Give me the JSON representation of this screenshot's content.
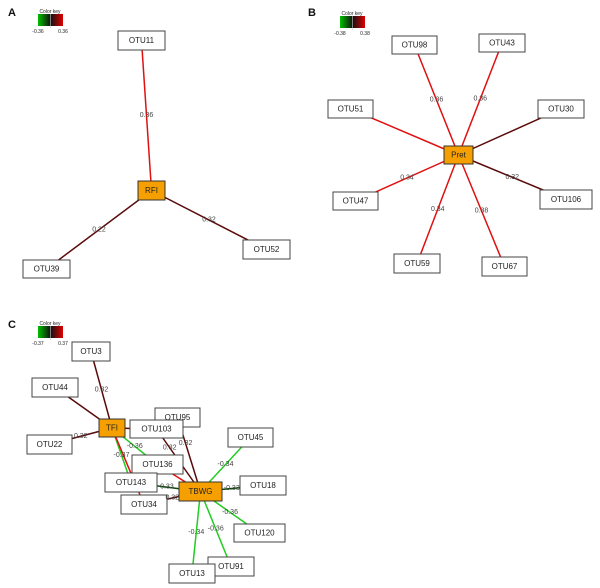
{
  "panels": [
    {
      "label": "A",
      "color_key": {
        "title": "Color key",
        "min": "-0.36",
        "max": "0.36"
      },
      "hubs": [
        "RFI"
      ],
      "nodes": [
        "OTU11",
        "OTU39",
        "OTU52"
      ],
      "edges": [
        {
          "from": "RFI",
          "to": "OTU11",
          "weight": "0.36"
        },
        {
          "from": "RFI",
          "to": "OTU39",
          "weight": "0.22"
        },
        {
          "from": "RFI",
          "to": "OTU52",
          "weight": "0.32"
        }
      ]
    },
    {
      "label": "B",
      "color_key": {
        "title": "Color key",
        "min": "-0.38",
        "max": "0.38"
      },
      "hubs": [
        "Pret"
      ],
      "nodes": [
        "OTU98",
        "OTU43",
        "OTU51",
        "OTU30",
        "OTU47",
        "OTU106",
        "OTU59",
        "OTU67"
      ],
      "edges": [
        {
          "from": "Pret",
          "to": "OTU98",
          "weight": "0.36"
        },
        {
          "from": "Pret",
          "to": "OTU43",
          "weight": "0.36"
        },
        {
          "from": "Pret",
          "to": "OTU51",
          "weight": ""
        },
        {
          "from": "Pret",
          "to": "OTU30",
          "weight": ""
        },
        {
          "from": "Pret",
          "to": "OTU47",
          "weight": "0.34"
        },
        {
          "from": "Pret",
          "to": "OTU106",
          "weight": "0.32"
        },
        {
          "from": "Pret",
          "to": "OTU59",
          "weight": "0.34"
        },
        {
          "from": "Pret",
          "to": "OTU67",
          "weight": "0.38"
        }
      ]
    },
    {
      "label": "C",
      "color_key": {
        "title": "Color key",
        "min": "-0.37",
        "max": "0.37"
      },
      "hubs": [
        "TFI",
        "TBWG"
      ],
      "nodes": [
        "OTU3",
        "OTU44",
        "OTU22",
        "OTU95",
        "OTU103",
        "OTU45",
        "OTU136",
        "OTU143",
        "OTU18",
        "OTU34",
        "OTU120",
        "OTU91",
        "OTU13"
      ],
      "edges": [
        {
          "from": "TFI",
          "to": "OTU3",
          "weight": "0.32"
        },
        {
          "from": "TFI",
          "to": "OTU44",
          "weight": ""
        },
        {
          "from": "TFI",
          "to": "OTU22",
          "weight": "0.32"
        },
        {
          "from": "TFI",
          "to": "OTU103",
          "weight": ""
        },
        {
          "from": "TFI",
          "to": "OTU136",
          "weight": "-0.36"
        },
        {
          "from": "TFI",
          "to": "OTU143",
          "weight": "-0.37"
        },
        {
          "from": "TFI",
          "to": "OTU34",
          "weight": ""
        },
        {
          "from": "TBWG",
          "to": "OTU95",
          "weight": "0.32"
        },
        {
          "from": "TBWG",
          "to": "OTU103",
          "weight": "0.32"
        },
        {
          "from": "TBWG",
          "to": "OTU45",
          "weight": "-0.34"
        },
        {
          "from": "TBWG",
          "to": "OTU136",
          "weight": ""
        },
        {
          "from": "TBWG",
          "to": "OTU143",
          "weight": "-0.33"
        },
        {
          "from": "TBWG",
          "to": "OTU34",
          "weight": "0.32"
        },
        {
          "from": "TBWG",
          "to": "OTU18",
          "weight": "-0.33"
        },
        {
          "from": "TBWG",
          "to": "OTU120",
          "weight": "-0.36"
        },
        {
          "from": "TBWG",
          "to": "OTU91",
          "weight": "-0.36"
        },
        {
          "from": "TBWG",
          "to": "OTU13",
          "weight": "-0.34"
        }
      ]
    }
  ],
  "colors": {
    "positive": "#e01010",
    "positive_dark": "#5a0a0a",
    "negative": "#22cc22",
    "negative_dark": "#0a4a0a",
    "hub": "#f5a000"
  }
}
